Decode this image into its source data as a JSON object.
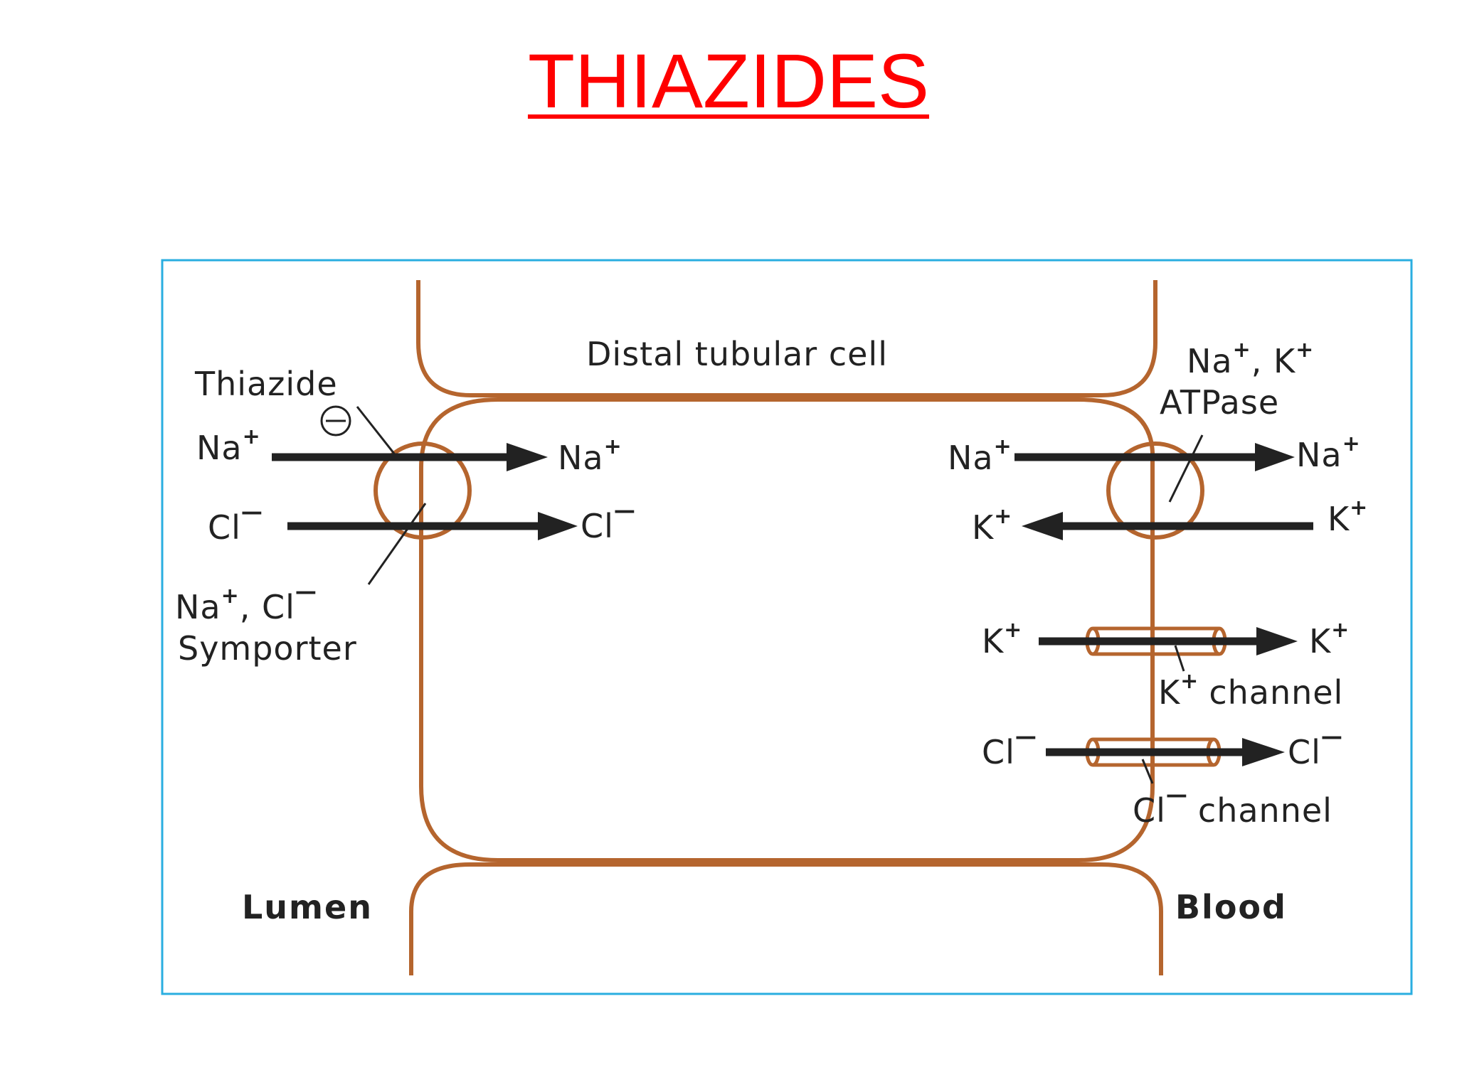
{
  "title": "THIAZIDES",
  "colors": {
    "title": "#ff0000",
    "frame": "#2aaee0",
    "membrane": "#b5652e",
    "arrow": "#222222",
    "text": "#222222"
  },
  "diagram": {
    "cell_label": "Distal tubular cell",
    "lumen_label": "Lumen",
    "blood_label": "Blood",
    "drug_label": "Thiazide",
    "inhibit_symbol": "⊖",
    "symporter": {
      "line1": "Na",
      "line1_sup": "+",
      "line1_rest": ", Cl",
      "line1_rest_sup": "—",
      "line2": "Symporter"
    },
    "atpase": {
      "line1_a": "Na",
      "line1_a_sup": "+",
      "line1_b": ", K",
      "line1_b_sup": "+",
      "line2": "ATPase"
    },
    "k_channel": {
      "ion": "K",
      "sup": "+",
      "word": "channel"
    },
    "cl_channel": {
      "ion": "Cl",
      "sup": "—",
      "word": "channel"
    },
    "ions": {
      "na": "Na",
      "k": "K",
      "cl": "Cl",
      "plus": "+",
      "minus": "—"
    }
  }
}
